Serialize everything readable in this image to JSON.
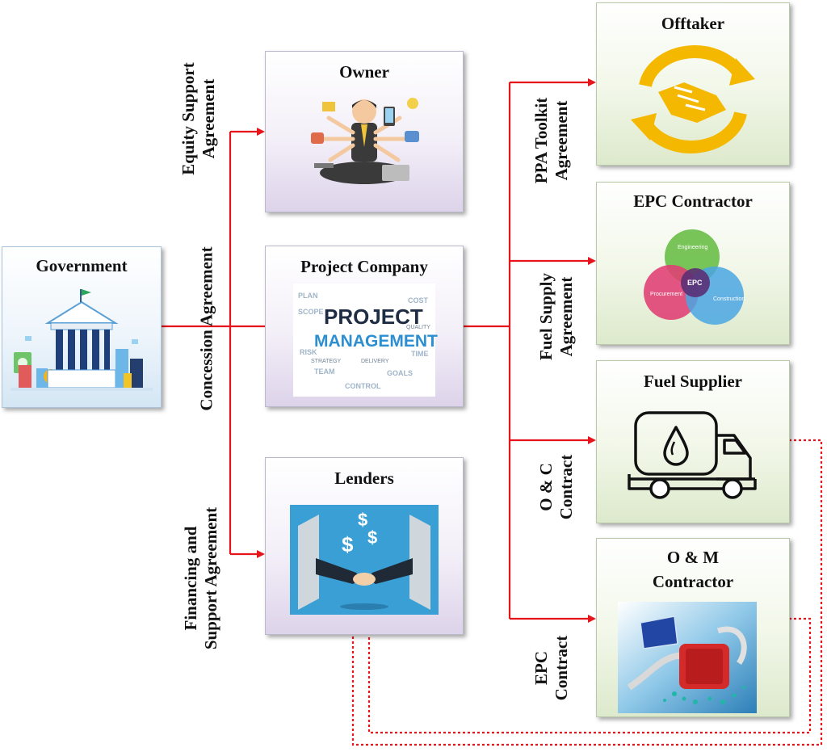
{
  "boxes": {
    "government": "Government",
    "owner": "Owner",
    "project_company": "Project Company",
    "lenders": "Lenders",
    "offtaker": "Offtaker",
    "epc_contractor": "EPC Contractor",
    "fuel_supplier": "Fuel Supplier",
    "om_contractor_line1": "O & M",
    "om_contractor_line2": "Contractor"
  },
  "labels": {
    "equity_line1": "Equity Support",
    "equity_line2": "Agreement",
    "concession": "Concession Agreement",
    "financing_line1": "Financing and",
    "financing_line2": "Support Agreement",
    "ppa_line1": "PPA Toolkit",
    "ppa_line2": "Agreement",
    "fuel_supply_line1": "Fuel Supply",
    "fuel_supply_line2": "Agreement",
    "oc_line1": "O & C",
    "oc_line2": "Contract",
    "epc_line1": "EPC",
    "epc_line2": "Contract"
  },
  "icon_text": {
    "project_word": "PROJECT",
    "management_word": "MANAGEMENT",
    "venn_engineering": "Engineering",
    "venn_procurement": "Procurement",
    "venn_construction": "Construction",
    "venn_center": "EPC"
  },
  "colors": {
    "connector": "#e8141b",
    "offtaker_icon": "#f5b800",
    "lenders_bg": "#3a9fd4"
  }
}
